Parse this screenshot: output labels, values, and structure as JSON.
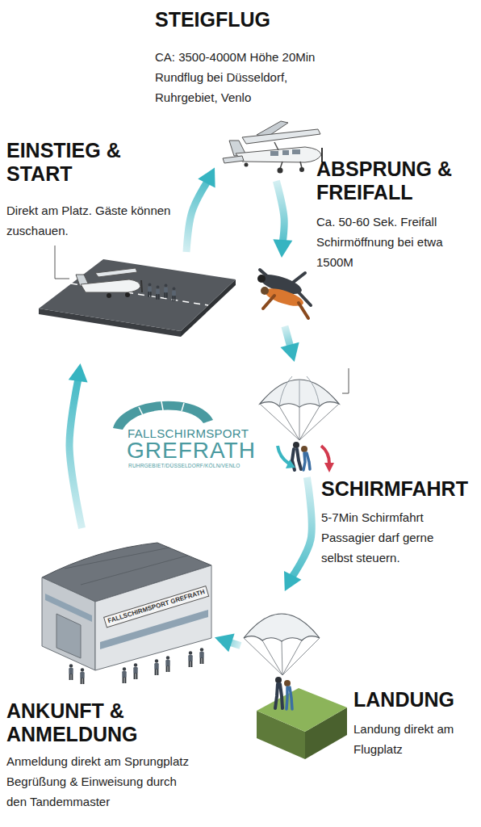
{
  "diagram": {
    "nodes": [
      {
        "text": [
          "STEIGFLUG",
          "CA: 3500-4000M Höhe 20Min Rundflug bei Düsseldorf, Ruhrgebiet, Venlo"
        ]
      },
      {
        "text": [
          "EINSTIEG & START",
          "Direkt am Platz. Gäste können zuschauen."
        ]
      },
      {
        "text": [
          "ABSPRUNG & FREIFALL",
          "Ca. 50-60 Sek. Freifall Schirmöffnung bei etwa 1500M"
        ]
      },
      {
        "text": [
          "SCHIRMFAHRT",
          "5-7Min Schirmfahrt Passagier darf gerne selbst steuern."
        ]
      },
      {
        "text": [
          "LANDUNG",
          "Landung direkt am Flugplatz"
        ]
      },
      {
        "text": [
          "ANKUNFT & ANMELDUNG",
          "Anmeldung direkt am Sprungplatz Begrüßung & Einweisung durch den Tandemmaster"
        ]
      }
    ],
    "edges": [
      {
        "from": 5,
        "to": 1,
        "arrow": "to"
      },
      {
        "from": 1,
        "to": 0,
        "arrow": "to"
      },
      {
        "from": 0,
        "to": 2,
        "arrow": "to"
      },
      {
        "from": 2,
        "to": 3,
        "arrow": "to"
      },
      {
        "from": 3,
        "to": 4,
        "arrow": "to"
      },
      {
        "from": 4,
        "to": 5,
        "arrow": "to"
      }
    ],
    "labels": [
      "FALLSCHIRMSPORT",
      "GREFRATH",
      "RUHRGEBIET/DÜSSELDORF/KÖLN/VENLO",
      "FALLSCHIRMSPORT GREFRATH"
    ]
  }
}
